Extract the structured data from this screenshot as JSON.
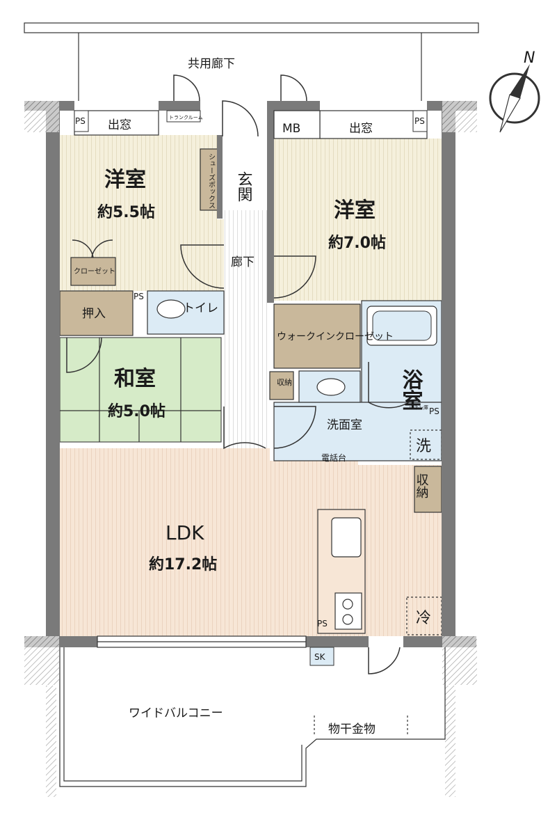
{
  "corridor": {
    "label": "共用廊下"
  },
  "rooms": {
    "western_left": {
      "name": "洋室",
      "area": "約5.5帖"
    },
    "western_right": {
      "name": "洋室",
      "area": "約7.0帖"
    },
    "japanese": {
      "name": "和室",
      "area": "約5.0帖"
    },
    "ldk": {
      "name": "LDK",
      "area": "約17.2帖"
    },
    "bath": {
      "name": "浴室"
    },
    "washroom": {
      "name": "洗面室"
    },
    "toilet": {
      "name": "トイレ"
    },
    "entrance": {
      "name": "玄関"
    },
    "hallway": {
      "name": "廊下"
    }
  },
  "fixtures": {
    "bay_window_left": "出窓",
    "bay_window_right": "出窓",
    "ps": "PS",
    "trunk_room": "トランクルーム",
    "mb": "MB",
    "shoe_box": "シューズボックス",
    "closet": "クローゼット",
    "oshiire": "押入",
    "walk_in_closet": "ウォークインクローゼット",
    "storage": "収納",
    "linen": "リネン庫",
    "washer": "洗",
    "phone_stand": "電話台",
    "fridge": "冷",
    "sk": "SK"
  },
  "balcony": {
    "label": "ワイドバルコニー",
    "drying_rack": "物干金物"
  },
  "compass": {
    "label": "N"
  },
  "colors": {
    "western": "#f5f0dc",
    "ldk": "#f7e6d6",
    "japanese": "#d6ebc8",
    "storage": "#c9b89b",
    "wet": "#dcebf5",
    "wall": "#7a7a7a"
  }
}
